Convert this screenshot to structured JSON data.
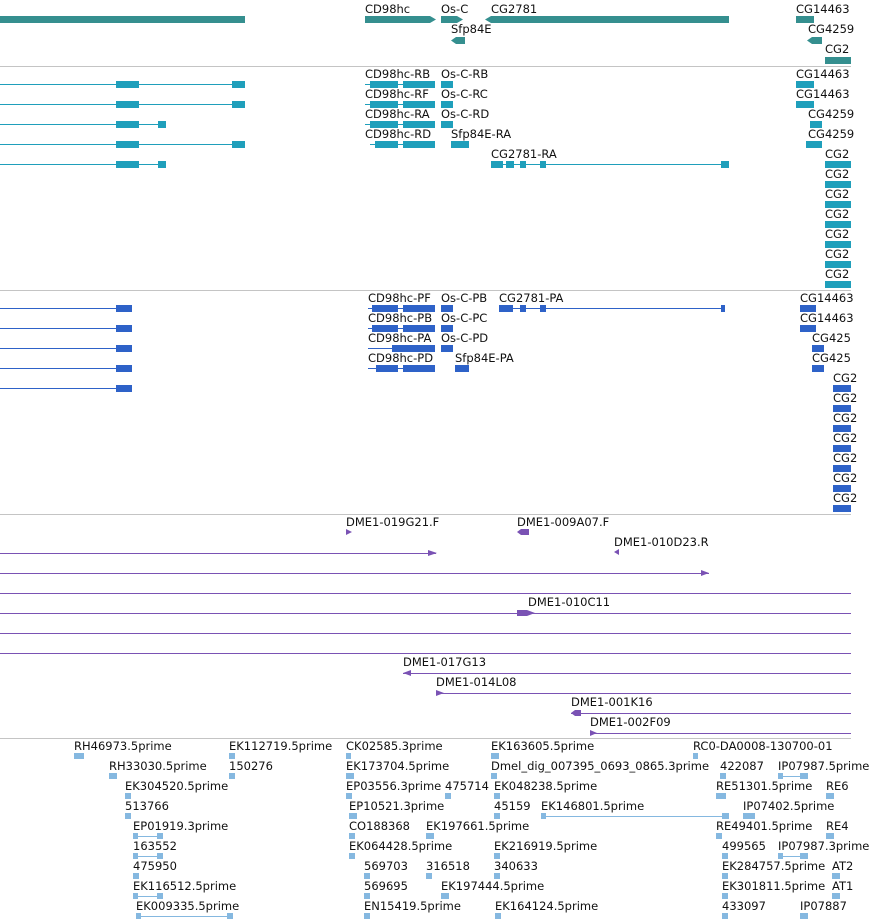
{
  "colors": {
    "gene": "#358f8f",
    "transcript": "#1f9fbb",
    "cds": "#2e62c8",
    "insertion": "#7a52b4",
    "est": "#85b8e0",
    "separator": "#c4c4c4"
  },
  "tracks": {
    "genes": {
      "labels": [
        "CD98hc",
        "Os-C",
        "CG2781",
        "CG14463",
        "Sfp84E",
        "CG4259",
        "CG2"
      ]
    },
    "transcripts": {
      "labels": [
        "CD98hc-RB",
        "Os-C-RB",
        "CG14463",
        "CD98hc-RF",
        "Os-C-RC",
        "CG14463",
        "CD98hc-RA",
        "Os-C-RD",
        "CG4259",
        "CD98hc-RD",
        "Sfp84E-RA",
        "CG4259",
        "CG2781-RA",
        "CG2",
        "CG2",
        "CG2",
        "CG2",
        "CG2",
        "CG2",
        "CG2"
      ]
    },
    "cds": {
      "labels": [
        "CD98hc-PF",
        "Os-C-PB",
        "CG2781-PA",
        "CG14463",
        "CD98hc-PB",
        "Os-C-PC",
        "CG14463",
        "CD98hc-PA",
        "Os-C-PD",
        "CG425",
        "CD98hc-PD",
        "Sfp84E-PA",
        "CG425",
        "CG2",
        "CG2",
        "CG2",
        "CG2",
        "CG2",
        "CG2",
        "CG2"
      ]
    },
    "insertions": {
      "labels": [
        "DME1-019G21.F",
        "DME1-009A07.F",
        "DME1-010D23.R",
        "DME1-010C11",
        "DME1-017G13",
        "DME1-014L08",
        "DME1-001K16",
        "DME1-002F09"
      ]
    },
    "ests": {
      "labels": [
        "RH46973.5prime",
        "EK112719.5prime",
        "CK02585.3prime",
        "EK163605.5prime",
        "RC0-DA0008-130700-01",
        "RH33030.5prime",
        "150276",
        "EK173704.5prime",
        "Dmel_dig_007395_0693_0865.3prime",
        "422087",
        "IP07987.5prime",
        "EK304520.5prime",
        "EP03556.3prime",
        "475714",
        "EK048238.5prime",
        "RE51301.5prime",
        "RE6",
        "513766",
        "EP10521.3prime",
        "45159",
        "EK146801.5prime",
        "IP07402.5prime",
        "EP01919.3prime",
        "CO188368",
        "EK197661.5prime",
        "RE49401.5prime",
        "RE4",
        "163552",
        "EK064428.5prime",
        "EK216919.5prime",
        "499565",
        "IP07987.3prime",
        "475950",
        "569703",
        "316518",
        "340633",
        "EK284757.5prime",
        "AT2",
        "EK116512.5prime",
        "569695",
        "EK197444.5prime",
        "EK301811.5prime",
        "AT1",
        "EK009335.5prime",
        "EN15419.5prime",
        "EK164124.5prime",
        "433097",
        "IP07887"
      ]
    }
  }
}
